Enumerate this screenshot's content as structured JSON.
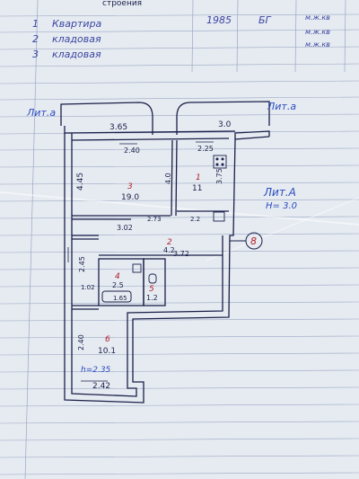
{
  "header": {
    "column_title": "строения",
    "rows": [
      {
        "num": "1",
        "label": "Квартира",
        "value": "1985",
        "unit": "БГ",
        "right": "м.ж.кв"
      },
      {
        "num": "2",
        "label": "кладовая",
        "value": "",
        "unit": "",
        "right": "м.ж.кв"
      },
      {
        "num": "3",
        "label": "кладовая",
        "value": "",
        "unit": "",
        "right": "м.ж.кв"
      }
    ]
  },
  "plan": {
    "liter_left": "Лит.а",
    "liter_right_top": "Лит.а",
    "liter_right": "Лит.А",
    "height_right": "H= 3.0",
    "height_left": "h=2.35",
    "dimensions": {
      "top_left": "3.65",
      "top_right": "3.0",
      "left_side": "4.45",
      "mid_door": "2.40",
      "room1_inner_w": "2.25",
      "room1_side": "3.75",
      "room3_side": "4.0",
      "corridor": "3.02",
      "small1": "2.73",
      "small2": "2.2",
      "corridor_len": "3.72",
      "left_mid": "2.45",
      "bath_w": "1.65",
      "left_low": "1.02",
      "bottom_room_side": "2.40",
      "bottom_width": "2.42"
    },
    "rooms": [
      {
        "num": "1",
        "area": "11"
      },
      {
        "num": "2",
        "area": "4.2"
      },
      {
        "num": "3",
        "area": "19.0"
      },
      {
        "num": "4",
        "area": "2.5"
      },
      {
        "num": "5",
        "area": "1.2"
      },
      {
        "num": "6",
        "area": "10.1"
      }
    ],
    "entrance_mark": "8"
  }
}
